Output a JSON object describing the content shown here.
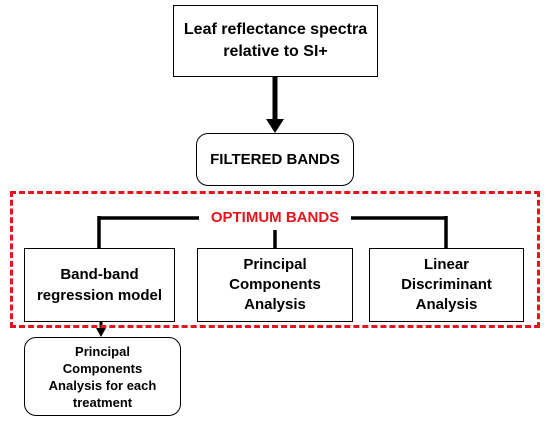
{
  "diagram": {
    "top_box": "Leaf reflectance spectra\nrelative to SI+",
    "filtered_box": "FILTERED BANDS",
    "optimum_label": "OPTIMUM BANDS",
    "band_box": "Band-band\nregression model",
    "pca_box": "Principal\nComponents\nAnalysis",
    "lda_box": "Linear\nDiscriminant\nAnalysis",
    "pca_each_box": "Principal\nComponents\nAnalysis for each\ntreatment"
  },
  "colors": {
    "accent_red": "#e8141b",
    "line": "#000000"
  }
}
